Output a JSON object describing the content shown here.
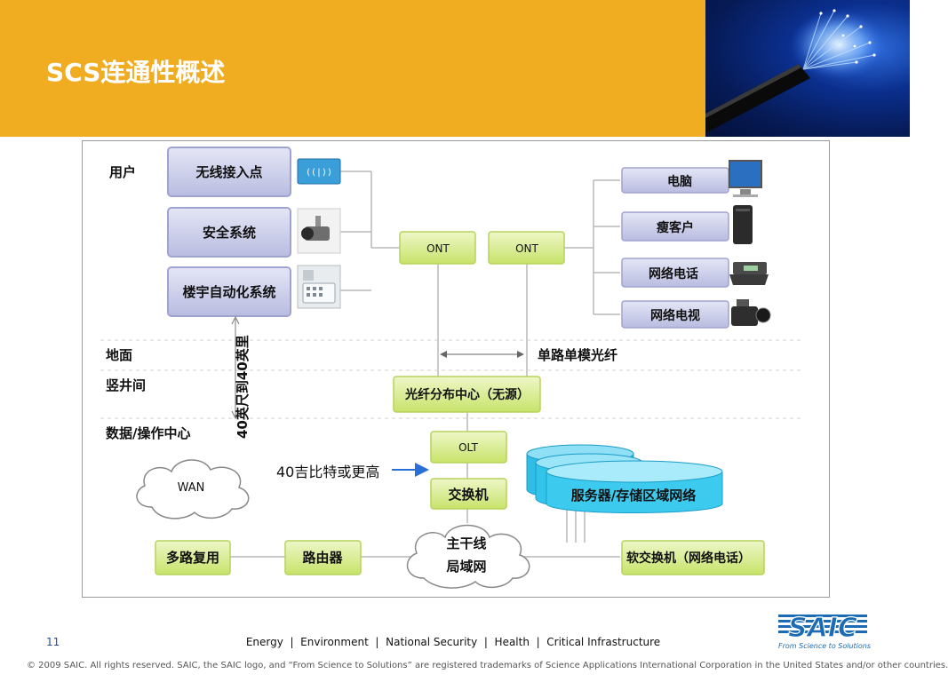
{
  "slide": {
    "title": "SCS连通性概述",
    "page_number": "11"
  },
  "diagram": {
    "zones": [
      "用户",
      "地面",
      "竖井间",
      "数据/操作中心"
    ],
    "user_devices": [
      "无线接入点",
      "安全系统",
      "楼宇自动化系统"
    ],
    "ont": [
      "ONT",
      "ONT"
    ],
    "end_devices": [
      "电脑",
      "瘦客户",
      "网络电话",
      "网络电视"
    ],
    "fiber_note": "单路单模光纤",
    "distance_note": "40英尺到40英里",
    "splitter": "光纤分布中心（无源）",
    "olt": "OLT",
    "speed_note": "40吉比特或更高",
    "switch": "交换机",
    "wan": "WAN",
    "storage": "服务器/存储区域网络",
    "backbone_line1": "主干线",
    "backbone_line2": "局域网",
    "mux": "多路复用",
    "router": "路由器",
    "softswitch": "软交换机（网络电话）",
    "wireless_symbol": "((|))"
  },
  "footer": {
    "nav": [
      "Energy",
      "Environment",
      "National Security",
      "Health",
      "Critical Infrastructure"
    ],
    "separator": "|",
    "copyright": "© 2009 SAIC. All rights reserved. SAIC, the SAIC logo, and “From Science to Solutions” are registered trademarks of Science Applications International Corporation in the United States and/or other countries.",
    "logo_text": "SAIC",
    "logo_tagline": "From Science to Solutions"
  },
  "colors": {
    "header": "#f0ad22",
    "device_box": "#c9cbe8",
    "network_box": "#d3ea7c",
    "storage": "#37c3e8",
    "arrow": "#2a6fd6",
    "logo": "#1b6bb5"
  }
}
